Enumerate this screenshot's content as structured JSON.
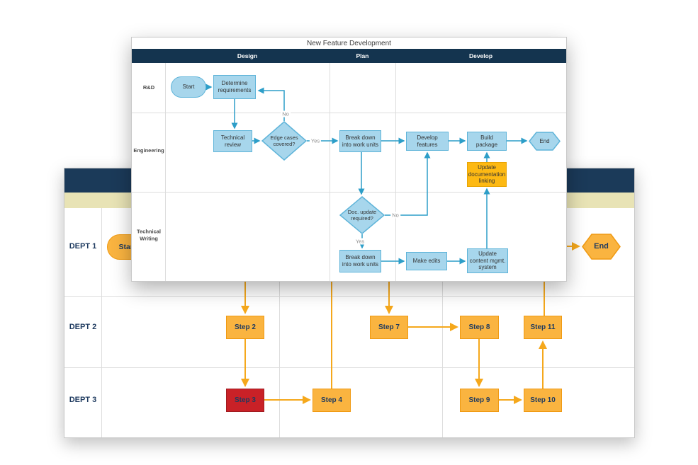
{
  "front_chart": {
    "title": "New Feature Development",
    "phases": [
      {
        "label": "Design"
      },
      {
        "label": "Plan"
      },
      {
        "label": "Develop"
      }
    ],
    "lanes": [
      {
        "label": "R&D"
      },
      {
        "label": "Engineering"
      },
      {
        "label": "Technical Writing"
      }
    ],
    "nodes": {
      "start": "Start",
      "determine_requirements": "Determine requirements",
      "technical_review": "Technical review",
      "edge_cases_covered": "Edge cases covered?",
      "break_down_eng": "Break down into work units",
      "develop_features": "Develop features",
      "build_package": "Build package",
      "end": "End",
      "update_doc_linking": "Update documentation linking",
      "doc_update_required": "Doc. update required?",
      "break_down_tw": "Break down into work units",
      "make_edits": "Make edits",
      "update_cms": "Update content mgmt. system"
    },
    "edge_labels": {
      "no_requirements": "No",
      "yes_breakdown": "Yes",
      "no_develop": "No",
      "yes_breakdown_tw": "Yes"
    }
  },
  "back_chart": {
    "lanes": [
      {
        "label": "DEPT 1"
      },
      {
        "label": "DEPT 2"
      },
      {
        "label": "DEPT 3"
      }
    ],
    "nodes": {
      "start": "Start",
      "end": "End",
      "step2": "Step 2",
      "step3": "Step 3",
      "step4": "Step 4",
      "step7": "Step 7",
      "step8": "Step 8",
      "step9": "Step 9",
      "step10": "Step 10",
      "step11": "Step 11"
    }
  },
  "colors": {
    "front-header": "#14344f",
    "blue-fill": "#a7d6ec",
    "blue-border": "#5fb4d9",
    "blue-arrow": "#2d9ec8",
    "orange-fill": "#fdb913",
    "orange-border": "#e9a403",
    "back-header": "#1b3a59",
    "tan-band": "#e8e3b5",
    "amber-fill": "#fab440",
    "amber-border": "#f09a12",
    "amber-arrow": "#f5a81c",
    "red-fill": "#c92127",
    "red-border": "#a01a1f",
    "step-text": "#1e3a5f"
  }
}
